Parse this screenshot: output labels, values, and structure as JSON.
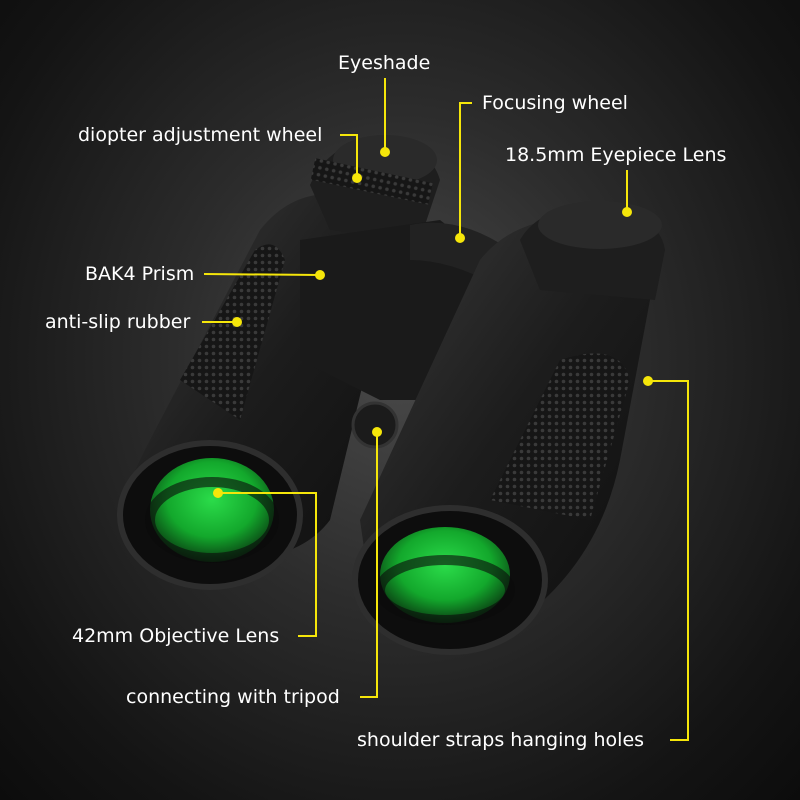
{
  "labels": {
    "eyeshade": "Eyeshade",
    "focusing_wheel": "Focusing wheel",
    "diopter": "diopter adjustment wheel",
    "eyepiece": "18.5mm Eyepiece Lens",
    "prism": "BAK4 Prism",
    "rubber": "anti-slip rubber",
    "objective": "42mm Objective Lens",
    "tripod": "connecting with tripod",
    "strap": "shoulder straps hanging holes"
  },
  "colors": {
    "accent": "#f5e60a",
    "text": "#ffffff",
    "lens": "#19c23a"
  }
}
